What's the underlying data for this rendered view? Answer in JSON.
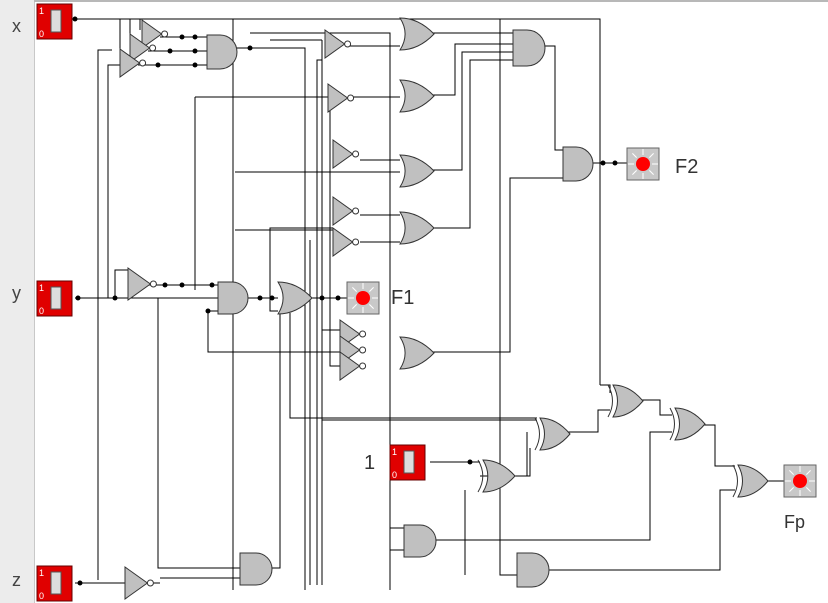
{
  "inputs": [
    {
      "name": "x",
      "state_hi": "1",
      "state_lo": "0"
    },
    {
      "name": "y",
      "state_hi": "1",
      "state_lo": "0"
    },
    {
      "name": "z",
      "state_hi": "1",
      "state_lo": "0"
    }
  ],
  "constant": {
    "label": "1",
    "state_hi": "1",
    "state_lo": "0"
  },
  "outputs": [
    {
      "name": "F1",
      "color": "#ff0000"
    },
    {
      "name": "F2",
      "color": "#ff0000"
    },
    {
      "name": "Fp",
      "color": "#ff0000"
    }
  ],
  "colors": {
    "switch": "#e00000",
    "gate": "#c0c0c0",
    "wire": "#000000",
    "led_off": "#c8c8c8"
  }
}
